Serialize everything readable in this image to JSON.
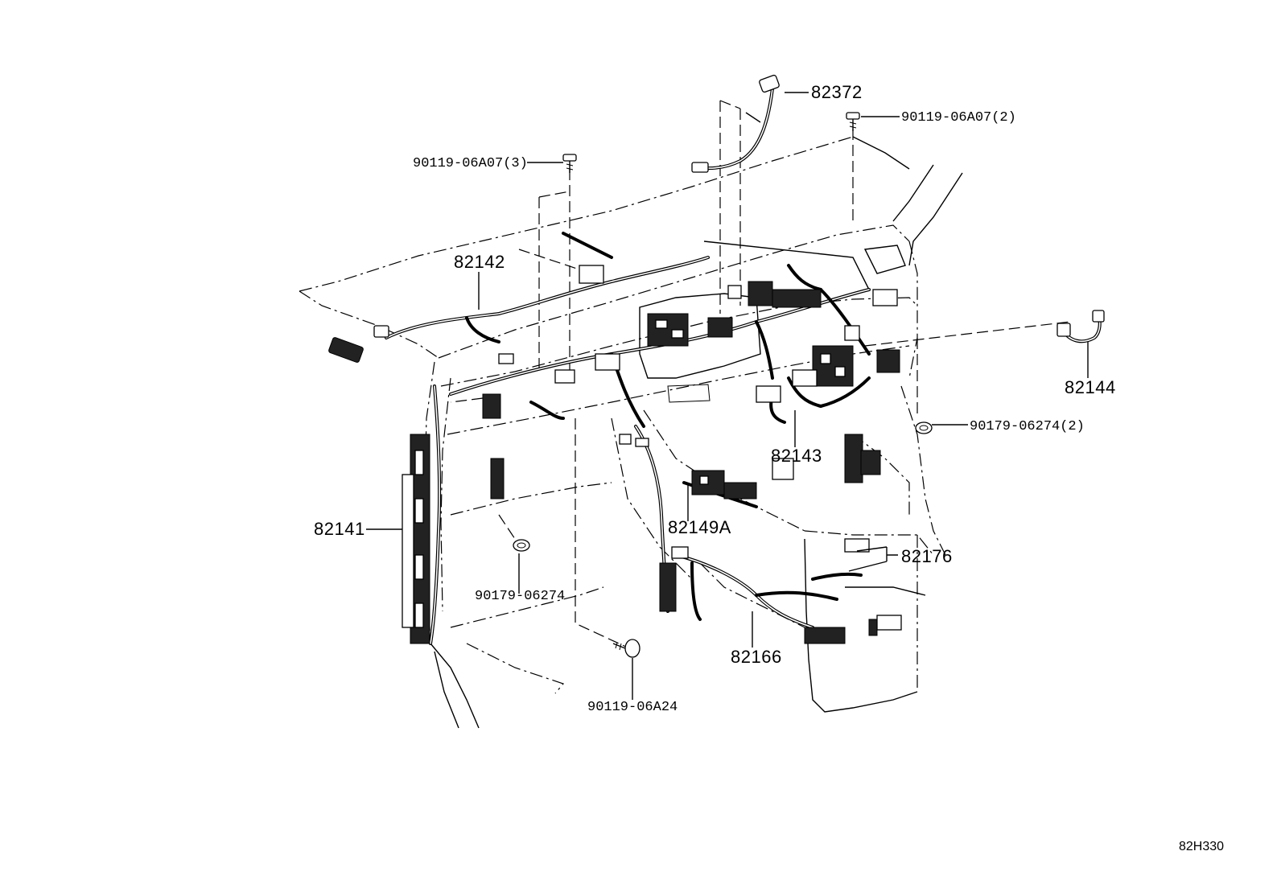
{
  "diagram": {
    "reference_code": "82H330",
    "labels": {
      "p82372": "82372",
      "p90119_06A07_2": "90119-06A07(2)",
      "p90119_06A07_3": "90119-06A07(3)",
      "p82142": "82142",
      "p82144": "82144",
      "p90179_06274_2": "90179-06274(2)",
      "p82143": "82143",
      "p82141": "82141",
      "p82149A": "82149A",
      "p82176": "82176",
      "p90179_06274": "90179-06274",
      "p82166": "82166",
      "p90119_06A24": "90119-06A24"
    }
  }
}
